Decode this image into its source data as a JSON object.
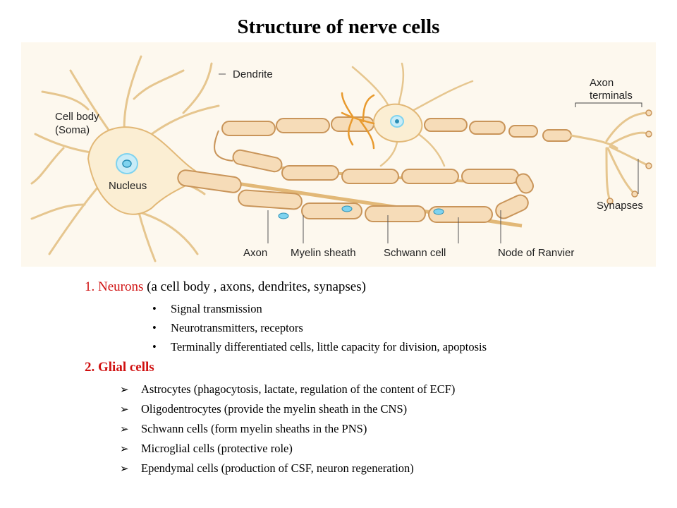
{
  "title": "Structure of nerve cells",
  "diagram": {
    "labels": {
      "dendrite": "Dendrite",
      "cell_body": "Cell body",
      "soma": "(Soma)",
      "nucleus": "Nucleus",
      "axon_terminals_1": "Axon",
      "axon_terminals_2": "terminals",
      "synapses": "Synapses",
      "axon": "Axon",
      "myelin_sheath": "Myelin sheath",
      "schwann_cell": "Schwann cell",
      "node_of_ranvier": "Node of Ranvier"
    },
    "colors": {
      "neuron_fill": "#fbeed3",
      "neuron_stroke": "#e2b877",
      "myelin_fill": "#f6dcb8",
      "myelin_stroke": "#c9955a",
      "nucleus_fill": "#7fd3ef",
      "dendrite_orange": "#e89a2e"
    }
  },
  "section1": {
    "number": "1. ",
    "heading": "Neurons",
    "rest": " (a cell body , axons, dendrites, synapses)",
    "bullet_mark": "•",
    "items": [
      "Signal transmission",
      "Neurotransmitters, receptors",
      "Terminally differentiated cells, little capacity for division, apoptosis"
    ]
  },
  "section2": {
    "heading": "2. Glial cells",
    "arrow_mark": "➢",
    "items": [
      "Astrocytes (phagocytosis, lactate, regulation of the content of ECF)",
      "Oligodentrocytes (provide the myelin sheath in the CNS)",
      "Schwann cells (form myelin sheaths in the PNS)",
      "Microglial cells (protective role)",
      "Ependymal cells (production of CSF, neuron regeneration)"
    ]
  }
}
